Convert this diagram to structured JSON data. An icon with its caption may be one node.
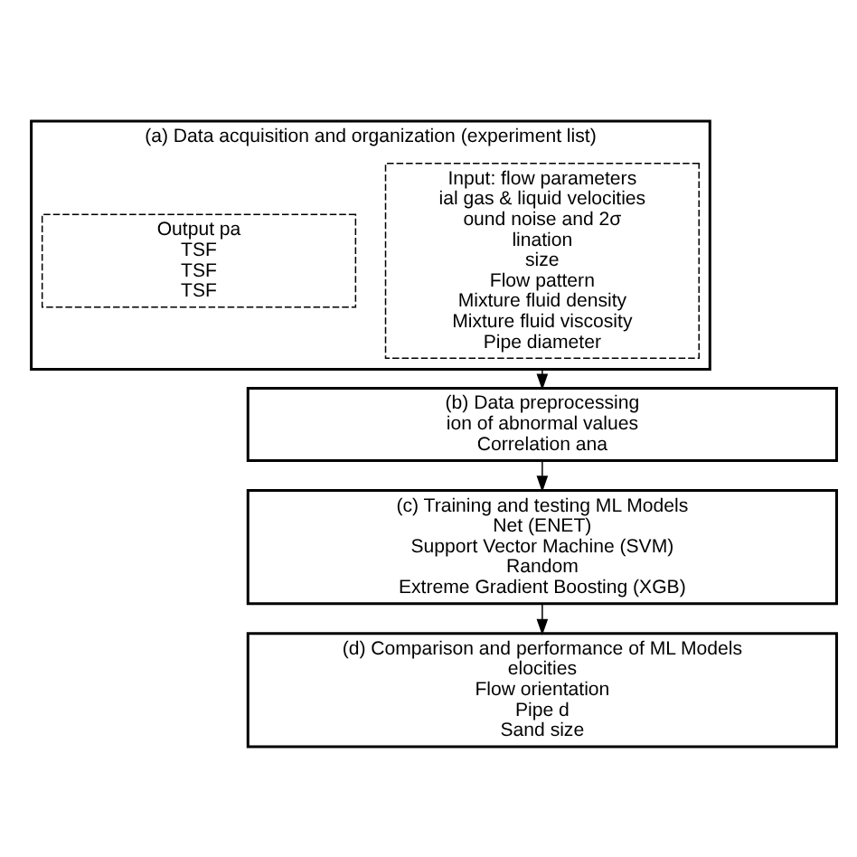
{
  "diagram": {
    "nodes": [
      {
        "text": [
          "(a) Data acquisition and organization (experiment list)"
        ]
      },
      {
        "text": [
          "Input: flow parameters",
          "ial gas & liquid velocities",
          "ound noise and 2σ",
          "lination",
          "size",
          "Flow pattern",
          "Mixture fluid density",
          "Mixture fluid viscosity",
          "Pipe diameter"
        ],
        "in": 0
      },
      {
        "text": [
          "Output pa",
          "TSF",
          "TSF",
          "TSF"
        ],
        "in": 0
      },
      {
        "text": [
          "(b) Data preprocessing",
          "ion of abnormal values",
          "Correlation ana"
        ]
      },
      {
        "text": [
          "(c) Training and testing ML Models",
          "Net (ENET)",
          "Support Vector Machine (SVM)",
          "Random",
          "Extreme Gradient Boosting (XGB)"
        ]
      },
      {
        "text": [
          "(d) Comparison and performance of ML Models",
          "elocities",
          "Flow orientation",
          "Pipe d",
          "Sand size"
        ]
      }
    ],
    "edges": [
      {
        "from": 0,
        "to": 3,
        "arrow": "to"
      },
      {
        "from": 3,
        "to": 4,
        "arrow": "to"
      },
      {
        "from": 4,
        "to": 5,
        "arrow": "to"
      }
    ]
  }
}
